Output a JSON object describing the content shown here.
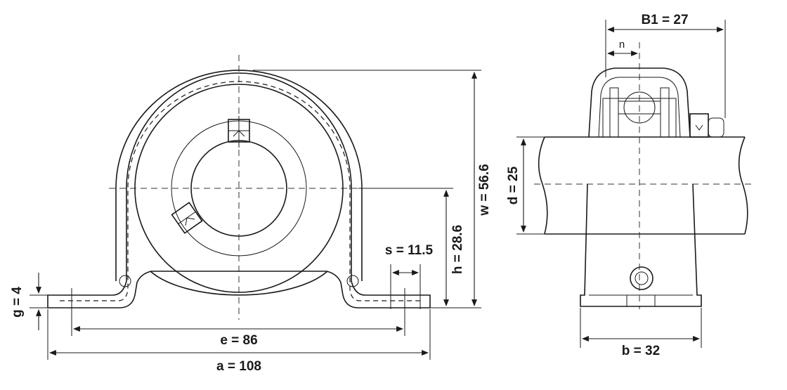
{
  "drawing": {
    "front_view": {
      "dimensions": {
        "g": "g = 4",
        "e": "e = 86",
        "a": "a = 108",
        "s": "s = 11.5",
        "h": "h = 28.6",
        "w": "w = 56.6"
      }
    },
    "side_view": {
      "dimensions": {
        "B1": "B1 = 27",
        "n": "n",
        "d": "d = 25",
        "b": "b = 32"
      }
    }
  }
}
